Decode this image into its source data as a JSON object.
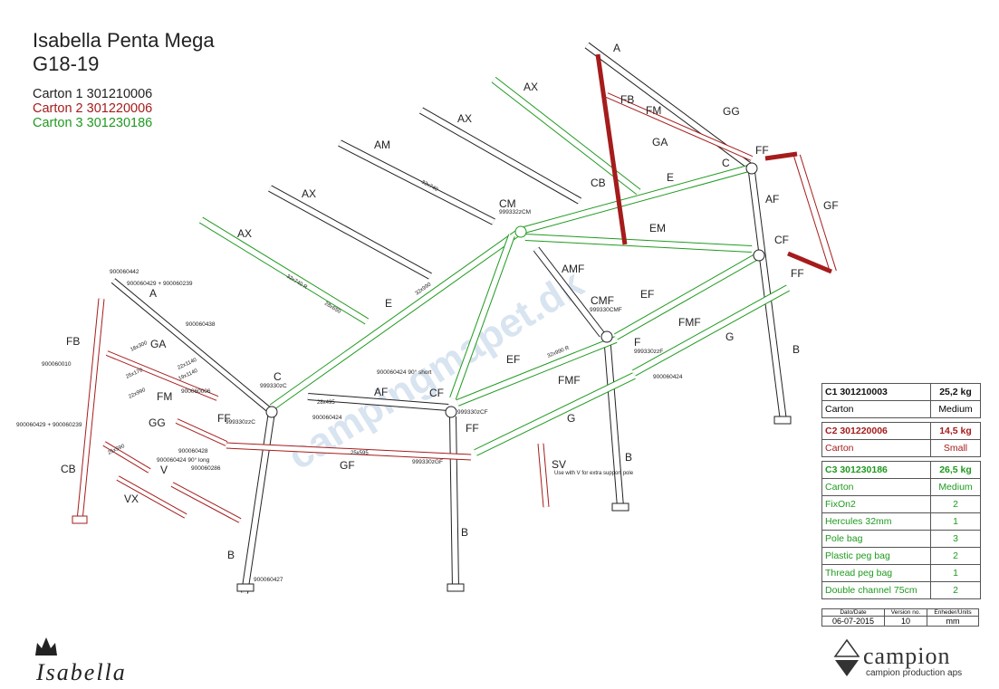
{
  "header": {
    "title_line1": "Isabella Penta Mega",
    "title_line2": "G18-19",
    "cartons": [
      {
        "label": "Carton 1 301210006",
        "color": "#222222"
      },
      {
        "label": "Carton 2 301220006",
        "color": "#a51c1c"
      },
      {
        "label": "Carton 3 301230186",
        "color": "#1f9a1f"
      }
    ]
  },
  "diagram": {
    "part_labels": [
      "A",
      "FB",
      "FM",
      "GG",
      "GA",
      "CB",
      "C",
      "FF",
      "AF",
      "GF",
      "CF",
      "FF",
      "B",
      "AX",
      "AX",
      "AM",
      "CM",
      "E",
      "AX",
      "AX",
      "EM",
      "AMF",
      "CMF",
      "EF",
      "FMF",
      "E",
      "G",
      "EF",
      "FMF",
      "F",
      "G",
      "B",
      "B",
      "CF",
      "FF",
      "AF",
      "C",
      "A",
      "FB",
      "GA",
      "FM",
      "GG",
      "FF",
      "CB",
      "V",
      "VX",
      "GF",
      "SV",
      "B"
    ],
    "codes": [
      "900060442",
      "900060429 + 900060239",
      "900060438",
      "900060006",
      "900060010",
      "900060429 + 900060239",
      "900060428",
      "900060424 90° long",
      "900060286",
      "900060427",
      "900060424",
      "900060424 90° short",
      "900060424",
      "999332zCM",
      "999330CMF",
      "999330zzF",
      "999330zCF",
      "999330zGF",
      "999330zzC",
      "999330zC"
    ],
    "sv_note": "Use with V for extra support pole",
    "dims": [
      "32x740",
      "32x990",
      "32x740 R",
      "32x990 R",
      "28x650",
      "28x495",
      "25x595",
      "25x590",
      "25x170",
      "22x990",
      "22x1140",
      "19x1140",
      "16x300"
    ]
  },
  "cartons_table": {
    "c1": {
      "title": "C1 301210003",
      "weight": "25,2 kg",
      "type_label": "Carton",
      "type": "Medium"
    },
    "c2": {
      "title": "C2 301220006",
      "weight": "14,5 kg",
      "type_label": "Carton",
      "type": "Small"
    },
    "c3": {
      "title": "C3 301230186",
      "weight": "26,5 kg",
      "rows": [
        {
          "name": "Carton",
          "value": "Medium"
        },
        {
          "name": "FixOn2",
          "value": "2"
        },
        {
          "name": "Hercules 32mm",
          "value": "1"
        },
        {
          "name": "Pole bag",
          "value": "3"
        },
        {
          "name": "Plastic peg bag",
          "value": "2"
        },
        {
          "name": "Thread peg bag",
          "value": "1"
        },
        {
          "name": "Double channel 75cm",
          "value": "2"
        }
      ]
    }
  },
  "footer": {
    "date_label": "Dato/Date",
    "date": "06-07-2015",
    "version_label": "Version no.",
    "version": "10",
    "units_label": "Enheder/Units",
    "units": "mm",
    "campion": "campion",
    "campion_sub": "campion production aps",
    "isabella": "Isabella"
  },
  "colors": {
    "carton1": "#222222",
    "carton2": "#a51c1c",
    "carton3": "#1f9a1f"
  }
}
